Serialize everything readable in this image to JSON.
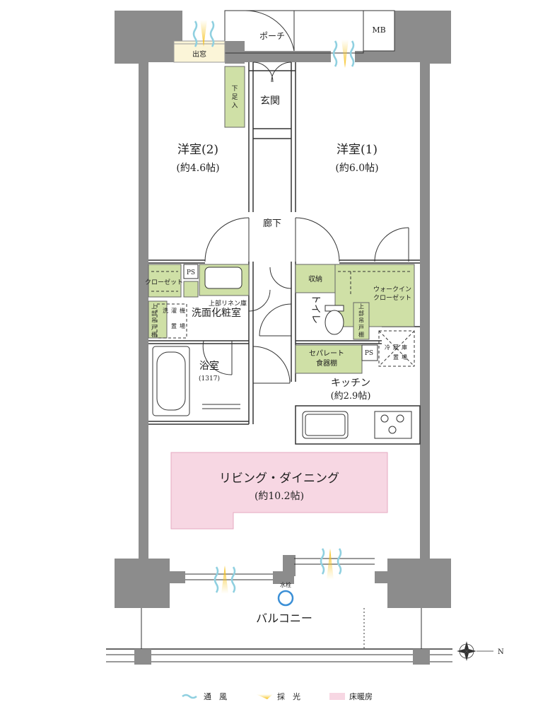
{
  "rooms": {
    "western2": {
      "name": "洋室(2)",
      "size": "(約4.6帖)"
    },
    "western1": {
      "name": "洋室(1)",
      "size": "(約6.0帖)"
    },
    "entrance": "玄関",
    "porch": "ポーチ",
    "mb": "MB",
    "bay_window": "出窓",
    "shoe_box": [
      "下",
      "足",
      "入"
    ],
    "hallway": "廊下",
    "closet": "クローゼット",
    "ps": "PS",
    "linen_shelf": "上部リネン庫",
    "washroom": "洗面化粧室",
    "washer_area": [
      "洗",
      "濯",
      "機",
      "置",
      "場"
    ],
    "upper_cabinet": [
      "上",
      "部",
      "吊",
      "戸",
      "棚"
    ],
    "bathroom": {
      "name": "浴室",
      "size": "(1317)"
    },
    "toilet": "トイレ",
    "storage": "収納",
    "walkin": [
      "ウォークイン",
      "クローゼット"
    ],
    "fridge_area": [
      "冷",
      "蔵",
      "庫",
      "置",
      "場"
    ],
    "separate_cabinet": [
      "セパレート",
      "食器棚"
    ],
    "kitchen": {
      "name": "キッチン",
      "size": "(約2.9帖)"
    },
    "living_dining": {
      "name": "リビング・ダイニング",
      "size": "(約10.2帖)"
    },
    "balcony": "バルコニー",
    "faucet": "水栓"
  },
  "compass": "N",
  "legend": [
    {
      "label": "通　風",
      "color": "#8fd0e0"
    },
    {
      "label": "採　光",
      "color": "#f1c21b"
    },
    {
      "label": "床暖房",
      "color": "#f7d7e3"
    }
  ],
  "colors": {
    "wall": "#8c8c8c",
    "storage_green": "#cfe0a6",
    "floor_heating_pink": "#f7d7e3",
    "bay_window_yellow": "#fbf5d8",
    "faucet_blue": "#3b8fd6"
  }
}
